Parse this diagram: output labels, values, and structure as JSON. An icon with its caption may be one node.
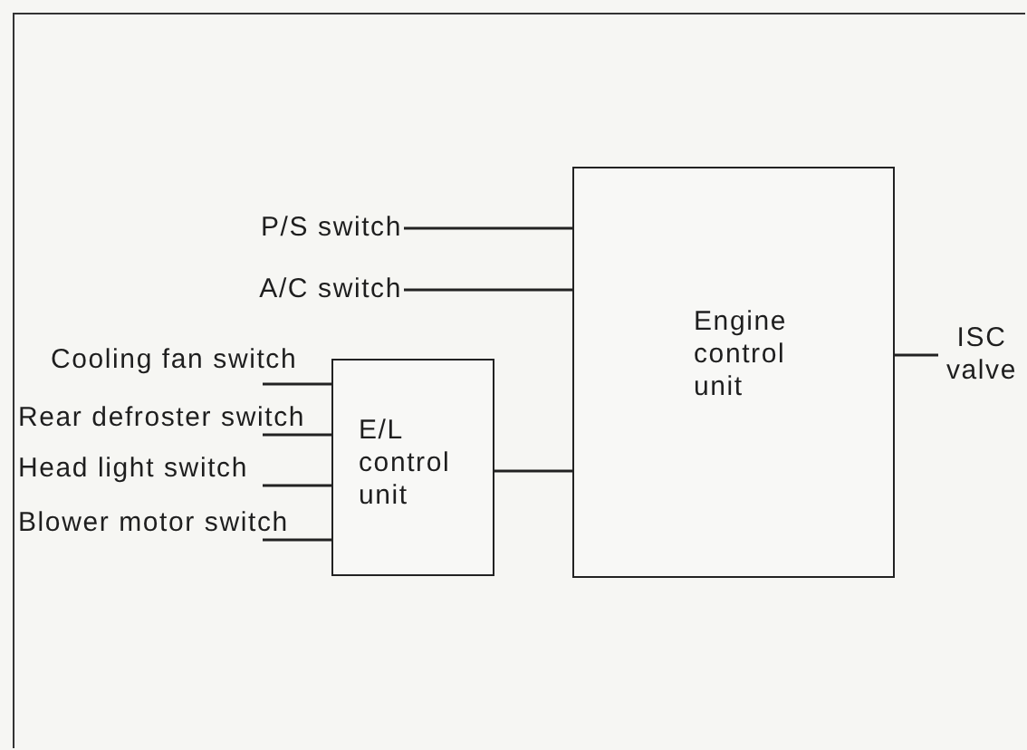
{
  "diagram": {
    "nodes": [
      {
        "text": [
          "P/S switch"
        ]
      },
      {
        "text": [
          "A/C switch"
        ]
      },
      {
        "text": [
          "Engine control unit"
        ]
      },
      {
        "text": [
          "ISC valve"
        ]
      },
      {
        "text": [
          "Cooling fan switch"
        ]
      },
      {
        "text": [
          "Rear defroster switch"
        ]
      },
      {
        "text": [
          "Head light switch"
        ]
      },
      {
        "text": [
          "Blower motor switch"
        ]
      },
      {
        "text": [
          "E/L control unit"
        ]
      }
    ],
    "edges": [
      {
        "from": 0,
        "to": 2,
        "arrow": "none"
      },
      {
        "from": 1,
        "to": 2,
        "arrow": "none"
      },
      {
        "from": 2,
        "to": 3,
        "arrow": "none"
      },
      {
        "from": 4,
        "to": 8,
        "arrow": "none"
      },
      {
        "from": 5,
        "to": 8,
        "arrow": "none"
      },
      {
        "from": 6,
        "to": 8,
        "arrow": "none"
      },
      {
        "from": 7,
        "to": 8,
        "arrow": "none"
      },
      {
        "from": 8,
        "to": 2,
        "arrow": "none"
      }
    ]
  }
}
